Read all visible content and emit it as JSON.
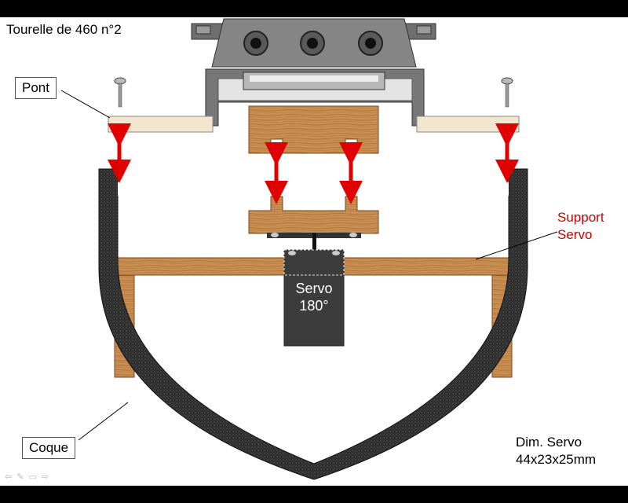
{
  "title": "Tourelle de 460 n°2",
  "labels": {
    "pont": "Pont",
    "coque": "Coque",
    "support_line1": "Support",
    "support_line2": "Servo",
    "servo_line1": "Servo",
    "servo_line2": "180°",
    "dim_line1": "Dim. Servo",
    "dim_line2": "44x23x25mm"
  },
  "nav_icons": [
    "arrow-left-icon",
    "pen-icon",
    "menu-icon",
    "arrow-right-icon"
  ],
  "colors": {
    "wood": "#c98f52",
    "wood_light": "#f3e6cf",
    "hull": "#3a3a3a",
    "servo": "#3c3c3c",
    "arrow": "#e00000",
    "support_label": "#cc0000"
  }
}
